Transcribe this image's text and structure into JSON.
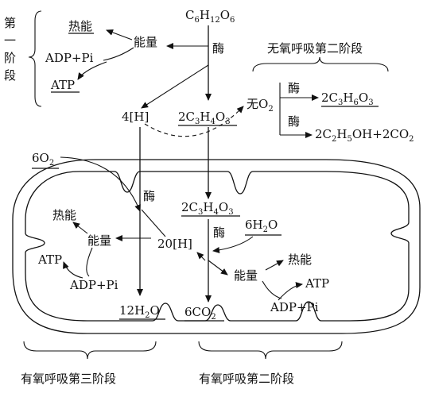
{
  "stage1": {
    "side_chars": [
      "第",
      "一",
      "阶",
      "段"
    ],
    "heat": "热能",
    "energy": "能量",
    "adp": "ADP+Pi",
    "atp": "ATP",
    "glucose": {
      "base": [
        "C",
        "H",
        "O"
      ],
      "subs": [
        "6",
        "12",
        "6"
      ]
    },
    "enzyme": "酶",
    "h4": "4[H]",
    "pyruvate": {
      "coef": "2",
      "base": [
        "C",
        "H",
        "O"
      ],
      "subs": [
        "3",
        "4",
        "3"
      ]
    }
  },
  "anaerobic": {
    "title": "无氧呼吸第二阶段",
    "no_o2_prefix": "无O",
    "no_o2_sub": "2",
    "enzyme_top": "酶",
    "enzyme_bottom": "酶",
    "product_lactic": {
      "coef": "2",
      "base": [
        "C",
        "H",
        "O"
      ],
      "subs": [
        "3",
        "6",
        "3"
      ]
    },
    "product_ethanol": {
      "text": [
        "2C",
        "H",
        "OH+2CO"
      ],
      "subs": [
        "2",
        "5",
        "2"
      ]
    }
  },
  "mito": {
    "o2": {
      "coef": "6O",
      "sub": "2"
    },
    "enzyme_left": "酶",
    "pyruvate": {
      "coef": "2",
      "base": [
        "C",
        "H",
        "O"
      ],
      "subs": [
        "3",
        "4",
        "3"
      ]
    },
    "water_in": {
      "coef": "6H",
      "sub": "2",
      "tail": "O"
    },
    "enzyme_mid": "酶",
    "h20": "20[H]",
    "left_heat": "热能",
    "left_energy": "能量",
    "left_atp": "ATP",
    "left_adp": "ADP+Pi",
    "water_out": {
      "coef": "12H",
      "sub": "2",
      "tail": "O"
    },
    "co2_out": {
      "coef": "6CO",
      "sub": "2"
    },
    "right_energy": "能量",
    "right_heat": "热能",
    "right_atp": "ATP",
    "right_adp": "ADP+Pi"
  },
  "stage_labels": {
    "third": "有氧呼吸第三阶段",
    "second": "有氧呼吸第二阶段"
  }
}
